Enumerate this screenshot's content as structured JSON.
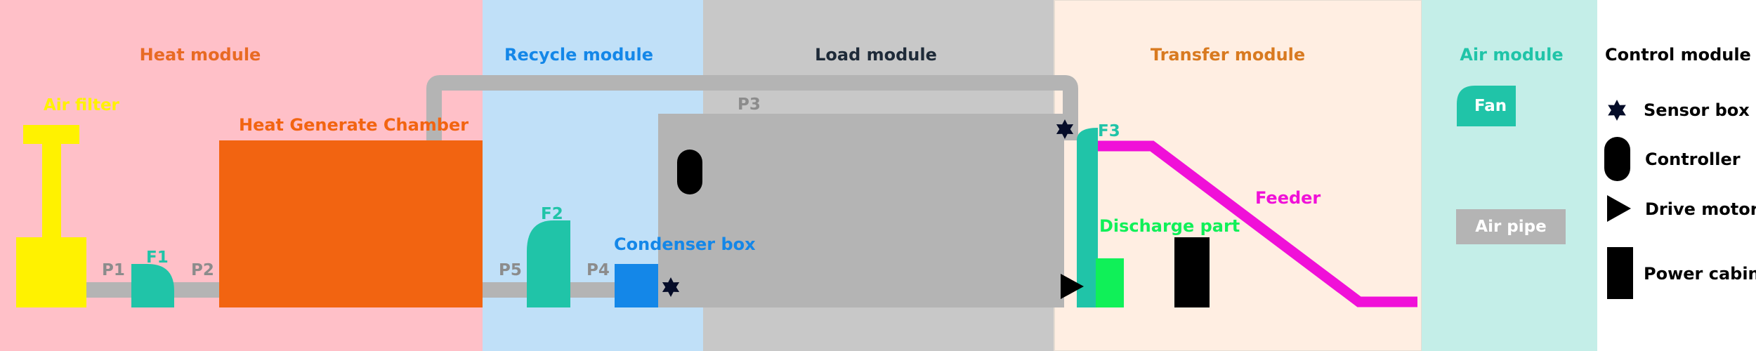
{
  "modules": {
    "heat": "Heat module",
    "recycle": "Recycle module",
    "load": "Load module",
    "transfer": "Transfer module",
    "air": "Air module",
    "control": "Control module"
  },
  "components": {
    "air_filter": "Air filter",
    "heat_generate_chamber": "Heat Generate Chamber",
    "condenser_box": "Condenser box",
    "discharge_part": "Discharge part",
    "feeder": "Feeder"
  },
  "pipes": {
    "p1": "P1",
    "p2": "P2",
    "p3": "P3",
    "p4": "P4",
    "p5": "P5"
  },
  "fans": {
    "f1": "F1",
    "f2": "F2",
    "f3": "F3"
  },
  "air_module_legend": {
    "fan": "Fan",
    "air_pipe": "Air pipe"
  },
  "control_legend": {
    "sensor_box": "Sensor box",
    "controller": "Controller",
    "drive_motor": "Drive motor",
    "power_cabinet": "Power cabinet"
  },
  "colors": {
    "heat_bg": "#FFC0C8",
    "recycle_bg": "#C0E0F8",
    "load_bg": "#C8C8C8",
    "transfer_bg": "#FFEEE2",
    "air_bg": "#C4EEE8",
    "chamber": "#F26411",
    "air_filter": "#FFF200",
    "fan": "#20C4A8",
    "pipe": "#B4B4B4",
    "condenser": "#1487E8",
    "discharge": "#10F058",
    "feeder": "#F010D8",
    "dark": "#050C28",
    "black": "#000000"
  },
  "icons": [
    "sensor-box-icon",
    "controller-icon",
    "drive-motor-icon",
    "power-cabinet-icon"
  ]
}
